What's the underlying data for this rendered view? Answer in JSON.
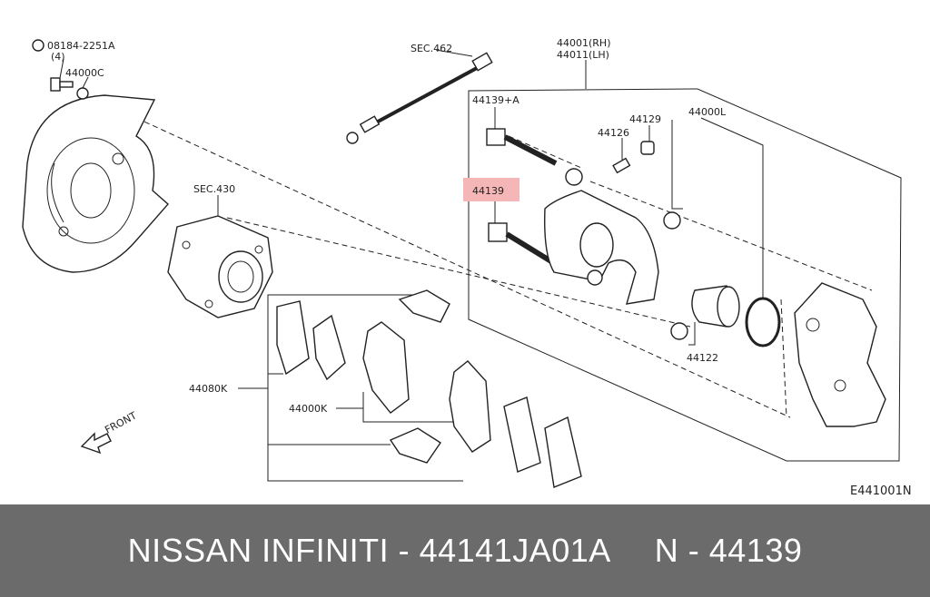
{
  "labels": {
    "bolt_spec": "08184-2251A",
    "bolt_qty": "(4)",
    "shield": "44000C",
    "hose": "SEC.462",
    "caliper_rh": "44001(RH)",
    "caliper_lh": "44011(LH)",
    "pin_bolt_a": "44139+A",
    "pin_bolt": "44139",
    "boot": "44129",
    "bleeder": "44126",
    "seal_kit": "44000L",
    "hub": "SEC.430",
    "piston": "44122",
    "pad_kit": "44080K",
    "pads": "44000K",
    "front": "FRONT",
    "diagram_code": "E441001N"
  },
  "footer": {
    "brand": "NISSAN INFINITI",
    "part_number": "- 44141JA01A",
    "ref": "N - 44139"
  },
  "colors": {
    "highlight": "#f4b6b6",
    "footer_bg": "#6b6b6b"
  }
}
